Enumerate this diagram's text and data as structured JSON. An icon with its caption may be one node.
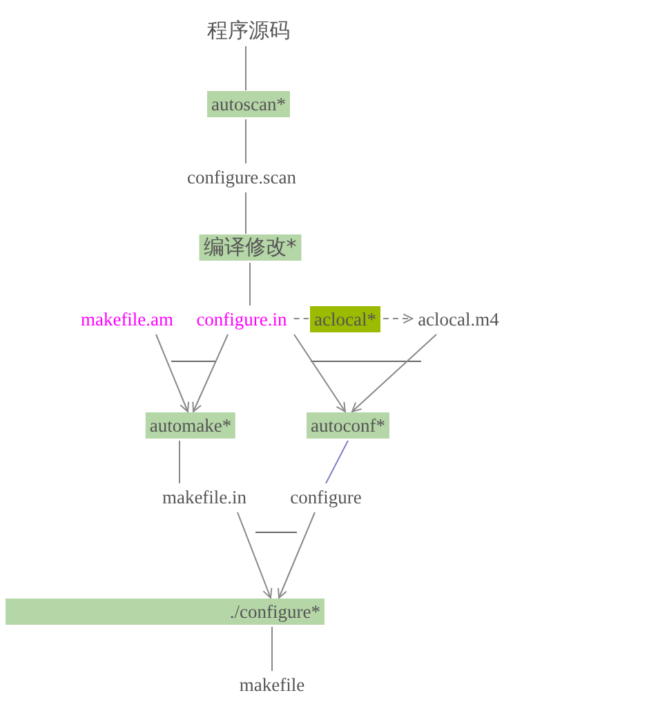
{
  "diagram": {
    "nodes": [
      {
        "text": [
          "程序源码"
        ]
      },
      {
        "text": [
          "autoscan*"
        ]
      },
      {
        "text": [
          "configure.scan"
        ]
      },
      {
        "text": [
          "编译修改*"
        ]
      },
      {
        "text": [
          "makefile.am"
        ]
      },
      {
        "text": [
          "configure.in"
        ]
      },
      {
        "text": [
          "aclocal*"
        ]
      },
      {
        "text": [
          "aclocal.m4"
        ]
      },
      {
        "text": [
          "automake*"
        ]
      },
      {
        "text": [
          "autoconf*"
        ]
      },
      {
        "text": [
          "makefile.in"
        ]
      },
      {
        "text": [
          "configure"
        ]
      },
      {
        "text": [
          "./configure*"
        ]
      },
      {
        "text": [
          "makefile"
        ]
      }
    ],
    "edges": [
      {
        "from": 0,
        "to": 1,
        "arrow": "none"
      },
      {
        "from": 1,
        "to": 2,
        "arrow": "none"
      },
      {
        "from": 2,
        "to": 3,
        "arrow": "none"
      },
      {
        "from": 3,
        "to": 5,
        "arrow": "none"
      },
      {
        "from": 5,
        "to": 6,
        "arrow": "none",
        "style": "dashed"
      },
      {
        "from": 6,
        "to": 7,
        "arrow": "to",
        "style": "dashed"
      },
      {
        "from": 4,
        "to": 8,
        "arrow": "to"
      },
      {
        "from": 5,
        "to": 8,
        "arrow": "to"
      },
      {
        "from": 5,
        "to": 9,
        "arrow": "to"
      },
      {
        "from": 7,
        "to": 9,
        "arrow": "to"
      },
      {
        "from": 8,
        "to": 10,
        "arrow": "none"
      },
      {
        "from": 9,
        "to": 11,
        "arrow": "none",
        "color": "#8080c8"
      },
      {
        "from": 10,
        "to": 12,
        "arrow": "to"
      },
      {
        "from": 11,
        "to": 12,
        "arrow": "to"
      },
      {
        "from": 12,
        "to": 13,
        "arrow": "none"
      }
    ]
  }
}
